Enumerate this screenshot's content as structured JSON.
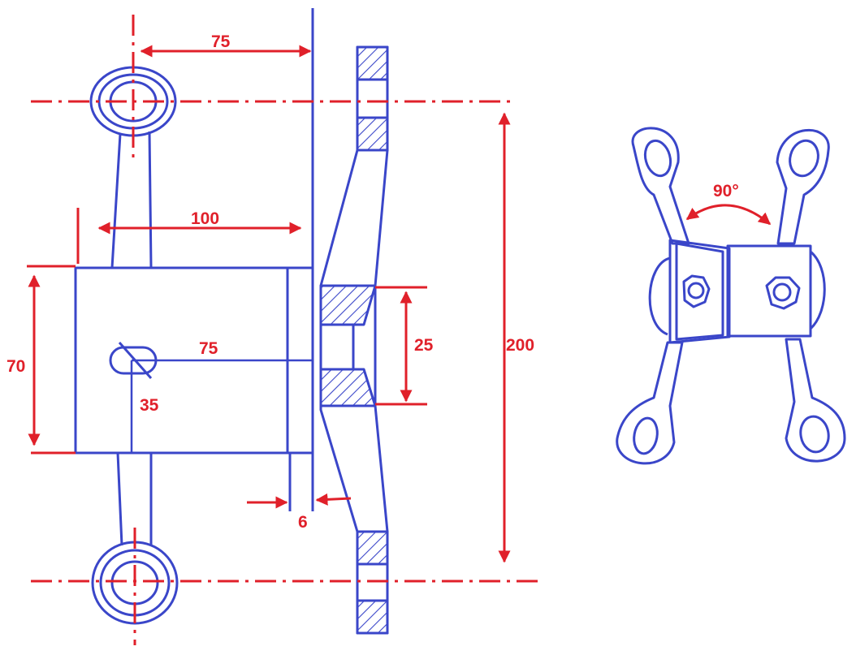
{
  "colors": {
    "part": "#3a46c9",
    "dimension": "#e0202a",
    "background": "#ffffff"
  },
  "dimensions": {
    "arm_offset": "75",
    "arm_reach": "100",
    "hub_height": "70",
    "bolt_offset": "75",
    "bolt_height": "35",
    "glass_gap": "6",
    "countersink_depth": "25",
    "total_span": "200",
    "arm_angle": "90°"
  }
}
